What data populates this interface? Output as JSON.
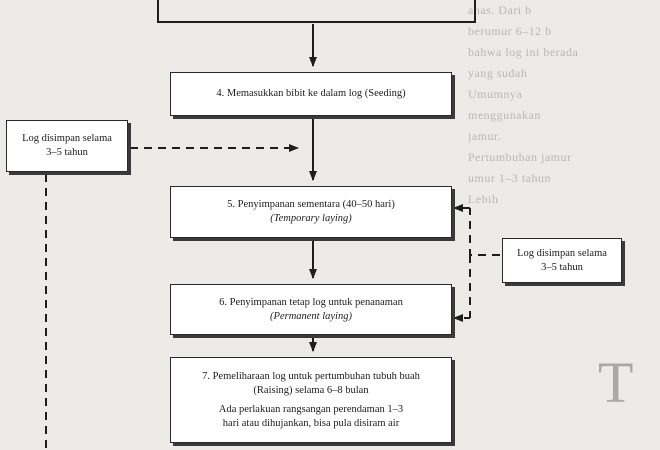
{
  "background_text": [
    "ahas. Dari b",
    "berumur 6–12 b",
    "bahwa log ini berada",
    "yang sudah",
    "Umumnya",
    "menggunakan",
    "jamur.",
    "Pertumbuhan jamur",
    "umur 1–3 tahun",
    "Lebih",
    "",
    "",
    "",
    "",
    "",
    "",
    "",
    ""
  ],
  "dropcap_letter": "T",
  "boxes": {
    "seeding": {
      "text": "4. Memasukkan bibit ke dalam log (Seeding)"
    },
    "temporary": {
      "line1": "5. Penyimpanan sementara (40–50 hari)",
      "line2": "(Temporary laying)"
    },
    "permanent": {
      "line1": "6. Penyimpanan tetap log untuk penanaman",
      "line2": "(Permanent laying)"
    },
    "raising": {
      "line1": "7. Pemeliharaan log untuk pertumbuhan tubuh buah",
      "line2": "(Raising) selama 6–8 bulan",
      "note1": "Ada perlakuan rangsangan perendaman 1–3",
      "note2": "hari atau dihujankan, bisa pula disiram air"
    },
    "storage_left": {
      "line1": "Log disimpan selama",
      "line2": "3–5 tahun"
    },
    "storage_right": {
      "line1": "Log disimpan selama",
      "line2": "3–5 tahun"
    }
  },
  "colors": {
    "line": "#1e1e1e",
    "box_bg": "#ffffff",
    "page_bg": "#ecebe7"
  }
}
